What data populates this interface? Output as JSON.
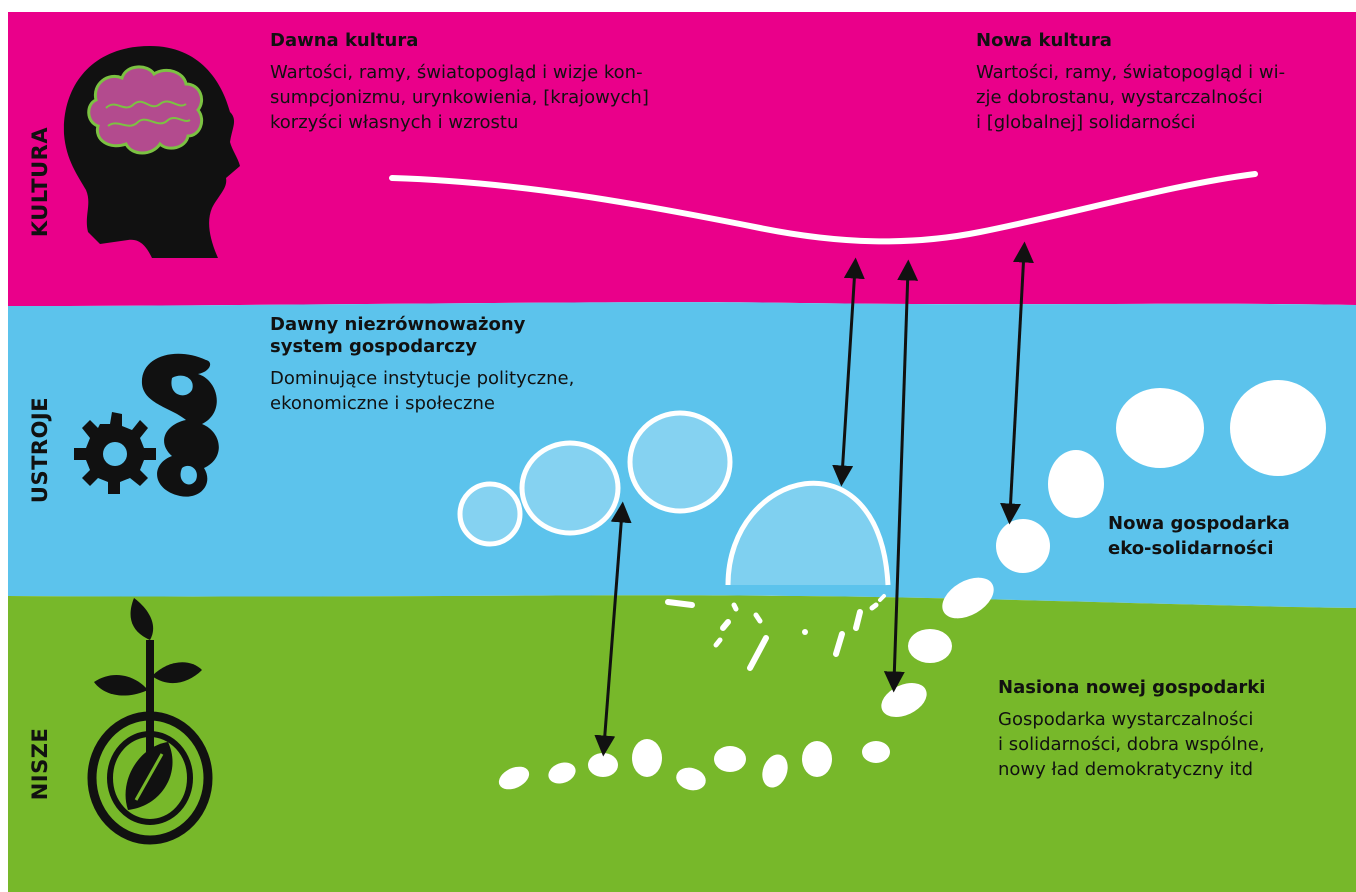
{
  "layers": {
    "culture": {
      "label": "KULTURA",
      "color": "#ea008a",
      "old": {
        "title": "Dawna kultura",
        "lines": [
          "Wartości, ramy, światopogląd i wizje kon-",
          "sumpcjonizmu, urynkowienia, [krajowych]",
          "korzyści własnych i wzrostu"
        ]
      },
      "new": {
        "title": "Nowa kultura",
        "lines": [
          "Wartości, ramy, światopogląd i wi-",
          "zje dobrostanu, wystarczalności",
          "i [globalnej] solidarności"
        ]
      }
    },
    "regimes": {
      "label": "USTROJE",
      "color": "#5cc3ec",
      "old": {
        "title_lines": [
          "Dawny niezrównoważony",
          "system gospodarczy"
        ],
        "lines": [
          "Dominujące instytucje polityczne,",
          "ekonomiczne i społeczne"
        ]
      },
      "new": {
        "title_lines": [
          "Nowa gospodarka",
          "eko-solidarności"
        ]
      }
    },
    "niches": {
      "label": "NISZE",
      "color": "#77b82a",
      "seeds": {
        "title": "Nasiona nowej gospodarki",
        "lines": [
          "Gospodarka wystarczalności",
          "i solidarności, dobra wspólne,",
          "nowy ład demokratyczny itd"
        ]
      }
    }
  },
  "icons": {
    "culture": "head-with-brain-icon",
    "regimes": "gear-and-paragraph-icon",
    "niches": "sprouting-seed-icon"
  }
}
